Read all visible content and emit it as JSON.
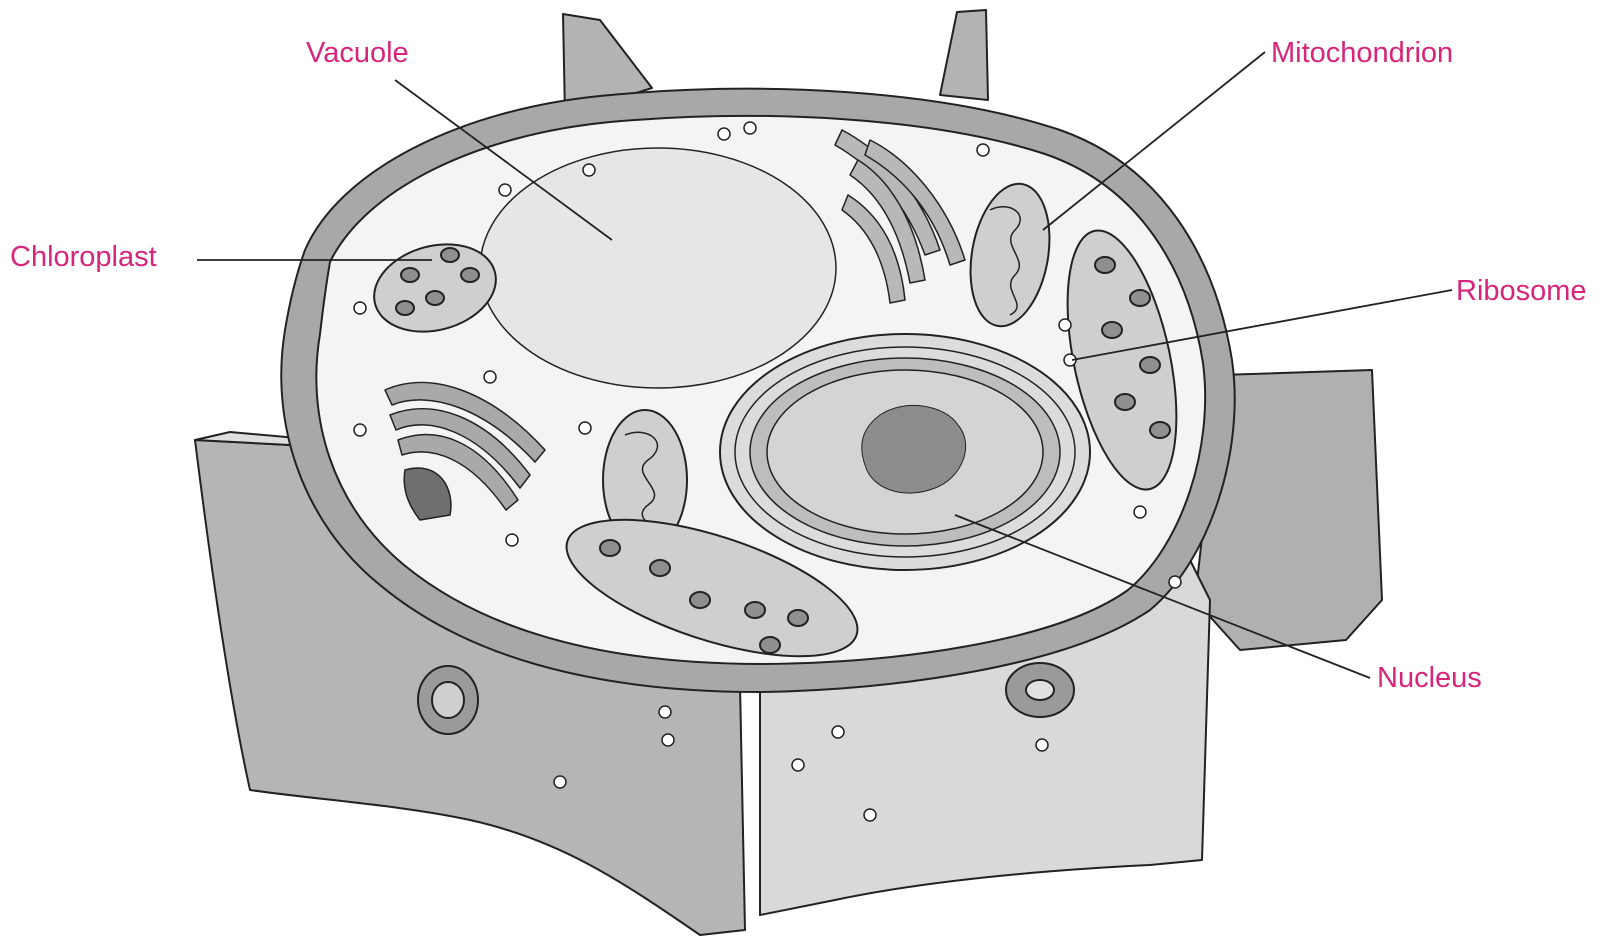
{
  "colors": {
    "label": "#d6257a",
    "line": "#222222",
    "wall_dark": "#a8a8a8",
    "wall_light": "#dcdcdc",
    "cytoplasm": "#f4f4f4",
    "organelle": "#cfcfcf",
    "nucleolus": "#8c8c8c"
  },
  "labels": {
    "vacuole": "Vacuole",
    "mitochondrion": "Mitochondrion",
    "chloroplast": "Chloroplast",
    "ribosome": "Ribosome",
    "nucleus": "Nucleus"
  }
}
